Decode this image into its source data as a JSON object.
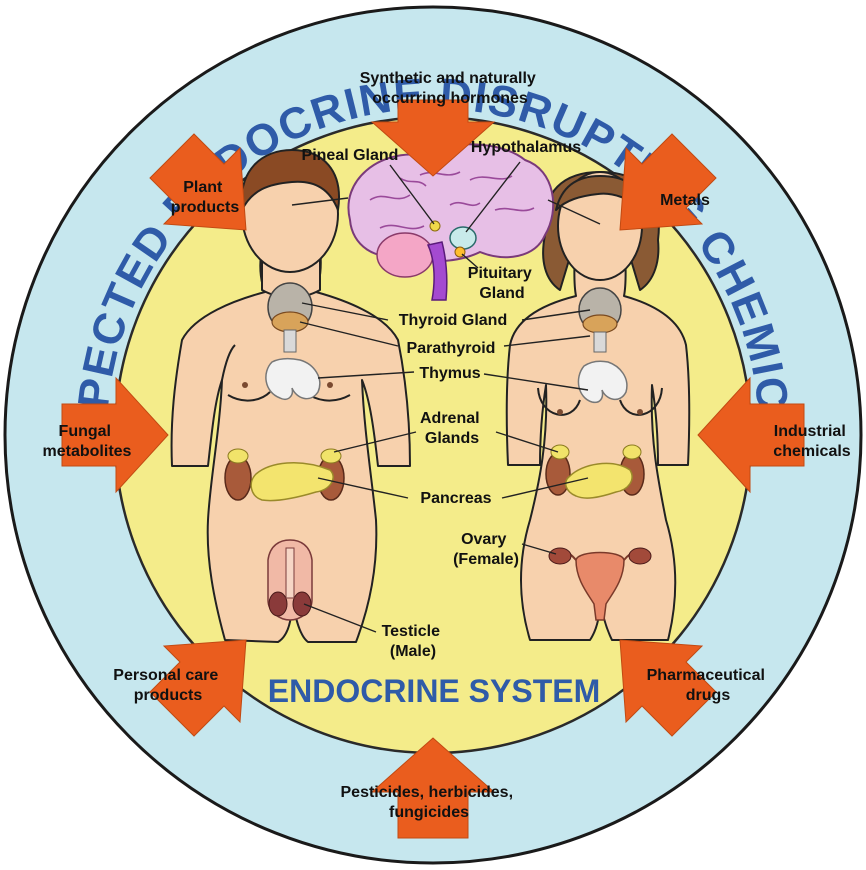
{
  "title_arc": "SUSPECTED ENDOCRINE DISRUPTING CHEMICALS",
  "center_title": "ENDOCRINE SYSTEM",
  "colors": {
    "ring": "#c6e7ee",
    "inner": "#f4ec8a",
    "arrow": "#ea5d1e",
    "title": "#2f5ba8",
    "skin": "#f7d1ad",
    "outline": "#222222"
  },
  "sources": {
    "top": [
      "Synthetic and naturally",
      "occurring hormones"
    ],
    "top_left": [
      "Plant",
      "products"
    ],
    "top_right": [
      "Metals"
    ],
    "left": [
      "Fungal",
      "metabolites"
    ],
    "right": [
      "Industrial",
      "chemicals"
    ],
    "bottom_left": [
      "Personal care",
      "products"
    ],
    "bottom_right": [
      "Pharmaceutical",
      "drugs"
    ],
    "bottom": [
      "Pesticides, herbicides,",
      "fungicides"
    ]
  },
  "glands": {
    "pineal": [
      "Pineal Gland"
    ],
    "hypothalamus": [
      "Hypothalamus"
    ],
    "pituitary": [
      "Pituitary",
      "Gland"
    ],
    "thyroid": [
      "Thyroid Gland"
    ],
    "parathyroid": [
      "Parathyroid"
    ],
    "thymus": [
      "Thymus"
    ],
    "adrenal": [
      "Adrenal",
      "Glands"
    ],
    "pancreas": [
      "Pancreas"
    ],
    "ovary": [
      "Ovary",
      "(Female)"
    ],
    "testicle": [
      "Testicle",
      "(Male)"
    ]
  }
}
